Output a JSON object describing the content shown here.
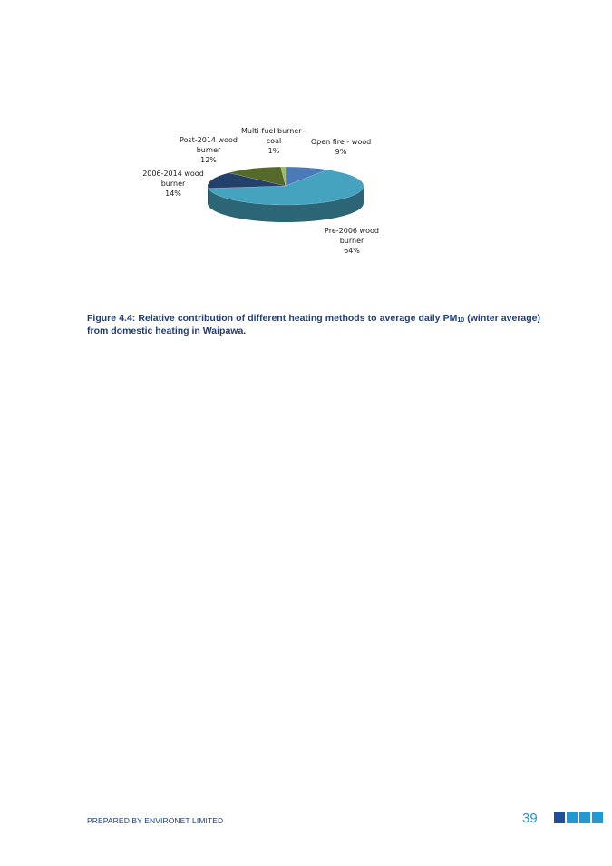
{
  "chart_data": {
    "type": "pie",
    "style": "3d",
    "categories": [
      "Open fire - wood",
      "Pre-2006 wood burner",
      "2006-2014 wood burner",
      "Post-2014 wood burner",
      "Multi-fuel burner - coal"
    ],
    "values": [
      9,
      64,
      14,
      12,
      1
    ],
    "value_labels": [
      "9%",
      "64%",
      "14%",
      "12%",
      "1%"
    ],
    "label_lines": [
      [
        "Open fire - wood",
        "9%"
      ],
      [
        "Pre-2006 wood",
        "burner",
        "64%"
      ],
      [
        "2006-2014 wood",
        "burner",
        "14%"
      ],
      [
        "Post-2014 wood",
        "burner",
        "12%"
      ],
      [
        "Multi-fuel burner -",
        "coal",
        "1%"
      ]
    ],
    "colors": [
      "#4a7ab8",
      "#46a3bf",
      "#22406a",
      "#54692a",
      "#9fb866"
    ]
  },
  "caption": {
    "prefix": "Figure 4.4: Relative contribution of different heating methods to average daily PM",
    "subscript": "10",
    "suffix": " (winter average) from domestic heating in Waipawa."
  },
  "footer": {
    "prepared_by": "PREPARED BY ENVIRONET LIMITED",
    "page_number": "39",
    "square_colors": [
      "#1f4f9c",
      "#1f98d4",
      "#1f98d4",
      "#1f98d4"
    ]
  }
}
